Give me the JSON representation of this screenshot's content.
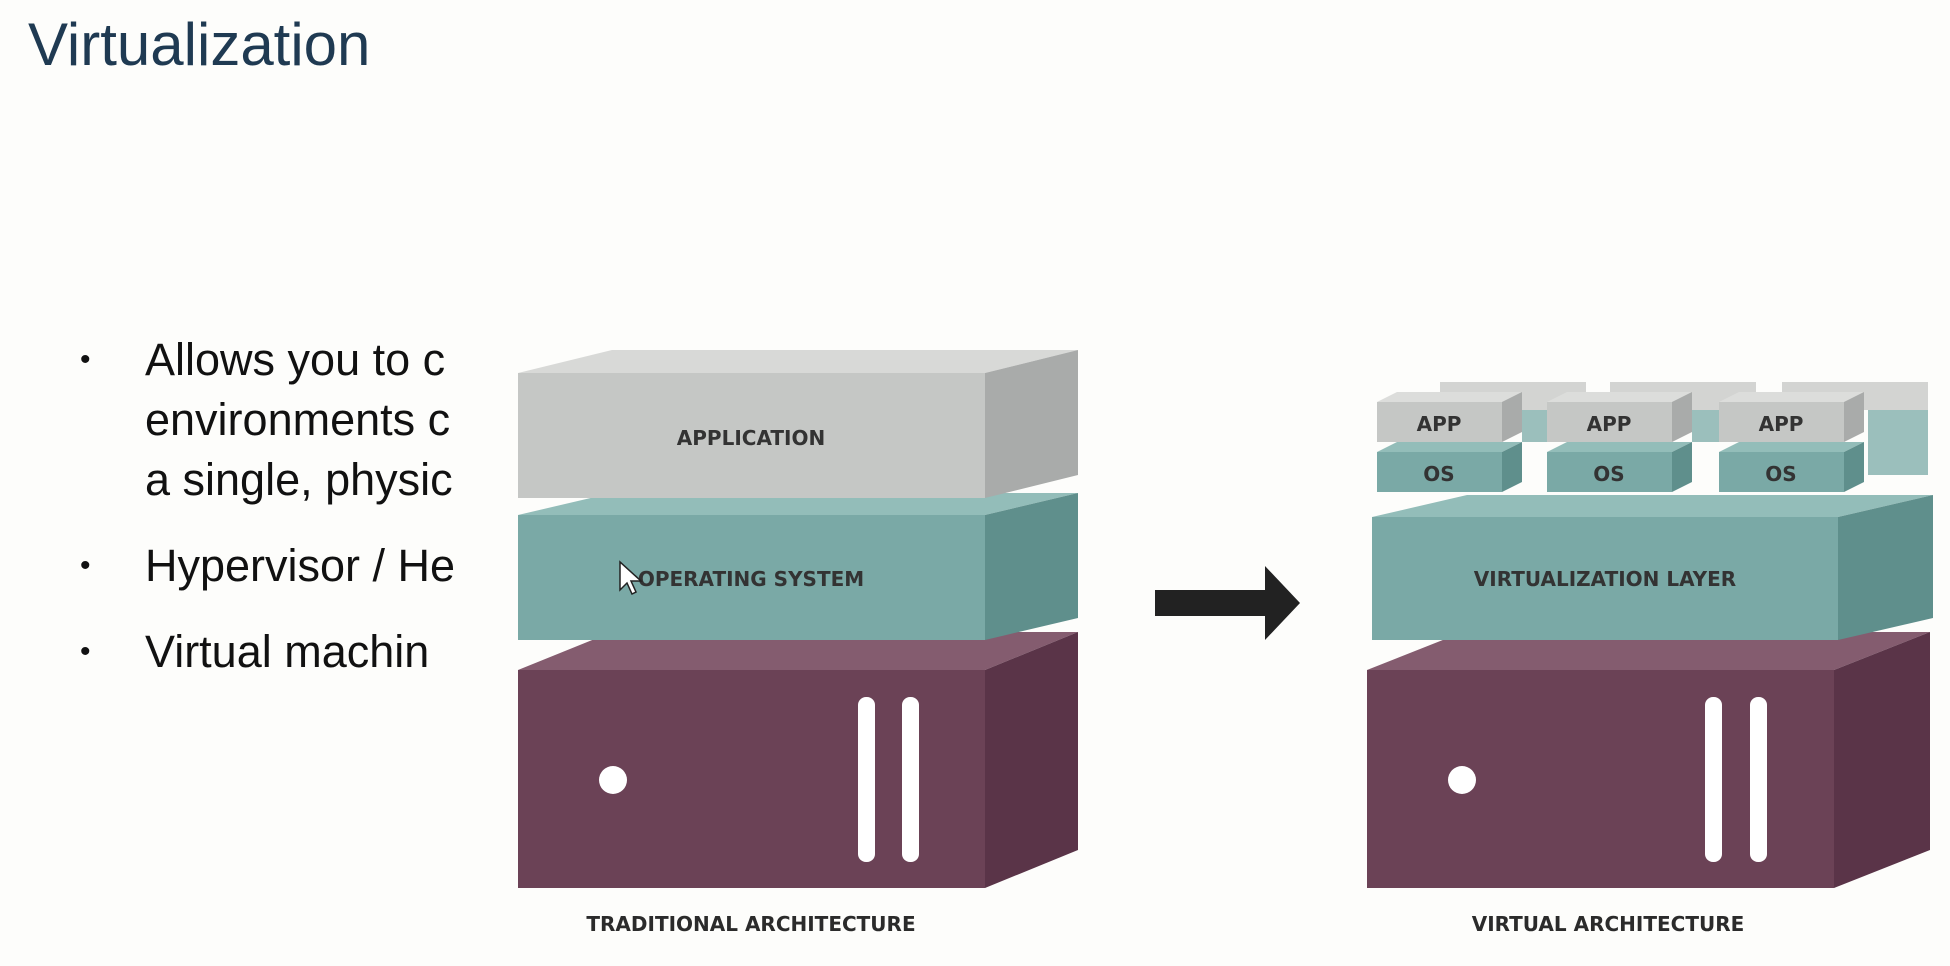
{
  "title": "Virtualization",
  "bullets": [
    {
      "text": "Allows you to c\nenvironments c\na single, physic"
    },
    {
      "text": "Hypervisor / Hе"
    },
    {
      "text": "Virtual machin"
    }
  ],
  "traditional": {
    "application_label": "APPLICATION",
    "os_label": "OPERATING SYSTEM",
    "caption": "TRADITIONAL ARCHITECTURE"
  },
  "virtual": {
    "vms": [
      {
        "app_label": "APP",
        "os_label": "OS"
      },
      {
        "app_label": "APP",
        "os_label": "OS"
      },
      {
        "app_label": "APP",
        "os_label": "OS"
      }
    ],
    "layer_label": "VIRTUALIZATION LAYER",
    "caption": "VIRTUAL ARCHITECTURE"
  },
  "colors": {
    "app_gray": "#c5c7c5",
    "teal": "#7aa9a6",
    "server_purple": "#6b4256",
    "arrow": "#222222"
  }
}
